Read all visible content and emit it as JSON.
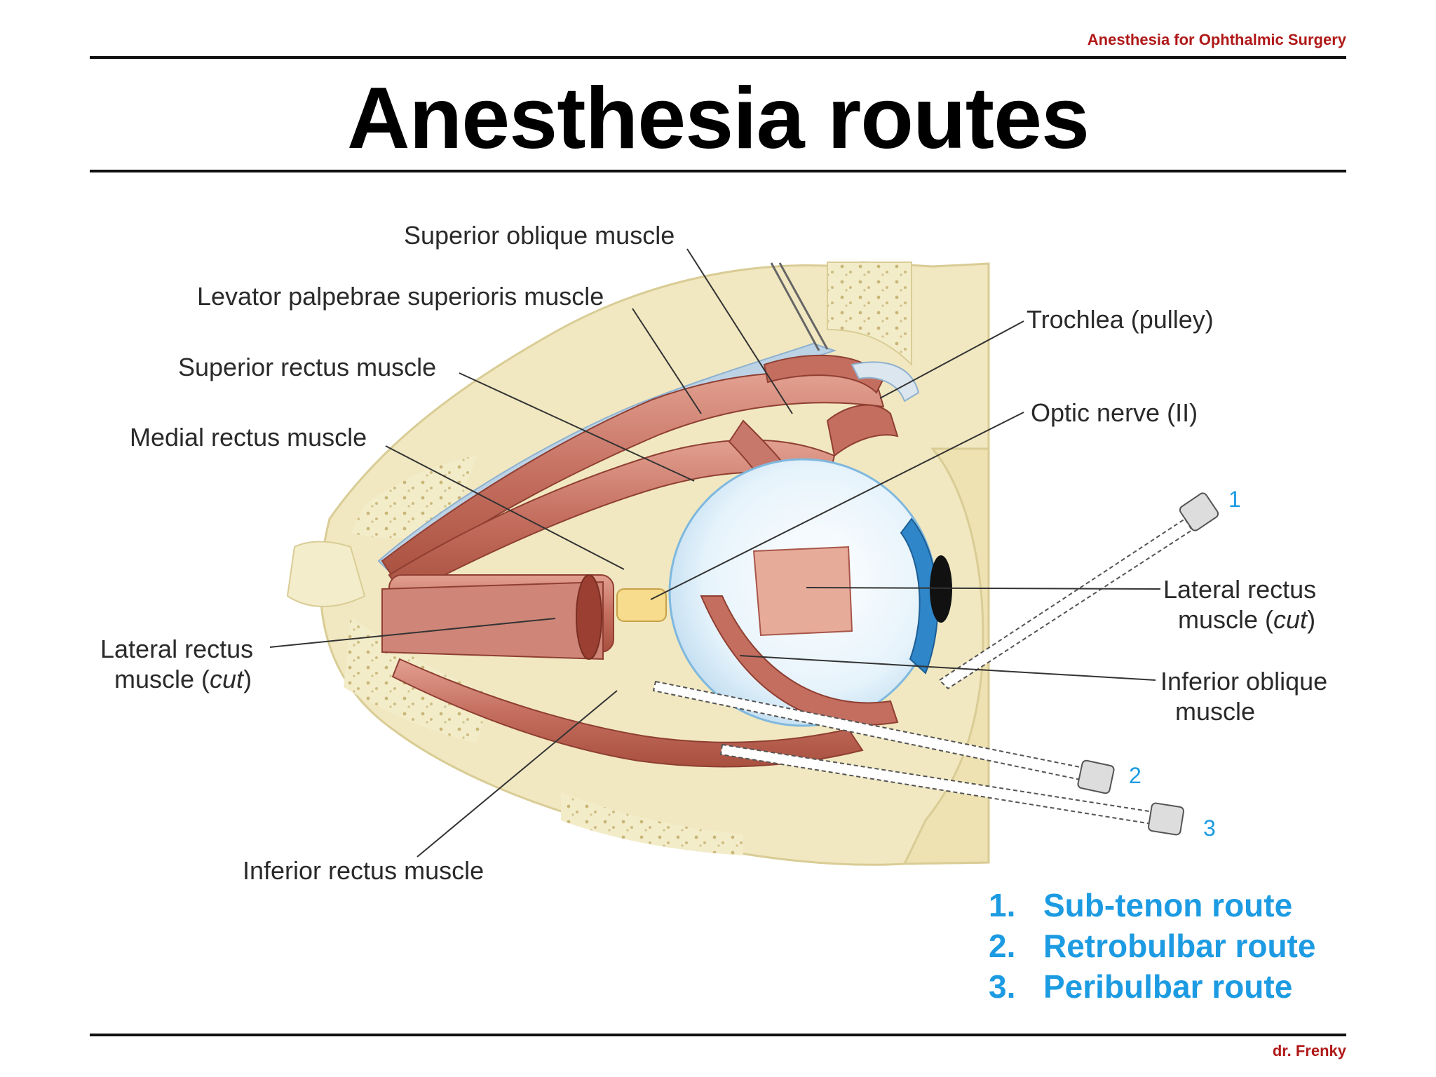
{
  "header": {
    "course": "Anesthesia for Ophthalmic Surgery"
  },
  "title": "Anesthesia routes",
  "diagram": {
    "labels": {
      "superior_oblique": "Superior oblique muscle",
      "levator": "Levator palpebrae superioris muscle",
      "superior_rectus": "Superior rectus muscle",
      "medial_rectus": "Medial rectus muscle",
      "lateral_rectus_left_1": "Lateral rectus",
      "lateral_rectus_left_2": "muscle (",
      "lateral_rectus_left_cut": "cut",
      "lateral_rectus_left_close": ")",
      "inferior_rectus": "Inferior rectus muscle",
      "trochlea": "Trochlea (pulley)",
      "optic_nerve": "Optic nerve (II)",
      "lateral_rectus_right_1": "Lateral rectus",
      "lateral_rectus_right_2": "muscle (",
      "lateral_rectus_right_cut": "cut",
      "lateral_rectus_right_close": ")",
      "inferior_oblique_1": "Inferior oblique",
      "inferior_oblique_2": "muscle"
    },
    "needle_numbers": [
      "1",
      "2",
      "3"
    ]
  },
  "routes": [
    {
      "number": "1.",
      "label": "Sub-tenon route"
    },
    {
      "number": "2.",
      "label": "Retrobulbar route"
    },
    {
      "number": "3.",
      "label": "Peribulbar route"
    }
  ],
  "footer": {
    "author": "dr. Frenky"
  },
  "colors": {
    "accent_red": "#b01818",
    "route_blue": "#1c9be2",
    "muscle": "#c9776a",
    "bone": "#efe6bd"
  }
}
